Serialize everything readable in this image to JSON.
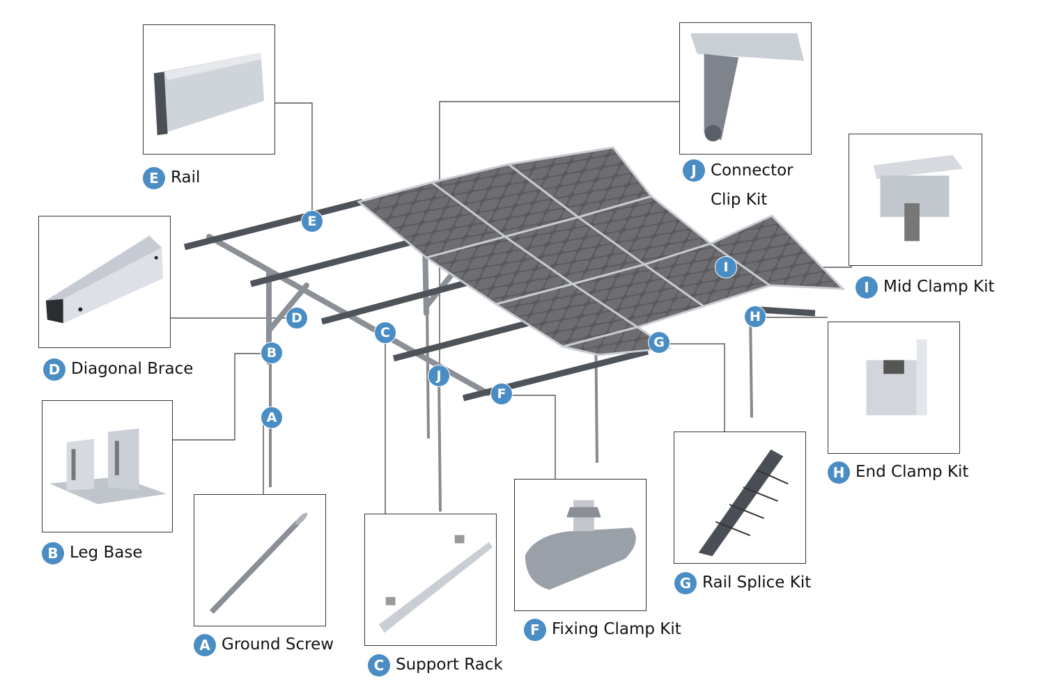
{
  "diagram": {
    "title": "Ground Mount Solar Racking System Components",
    "badge_color": "#4a8cc4",
    "components": [
      {
        "letter": "A",
        "name": "Ground Screw"
      },
      {
        "letter": "B",
        "name": "Leg Base"
      },
      {
        "letter": "C",
        "name": "Support Rack"
      },
      {
        "letter": "D",
        "name": "Diagonal Brace"
      },
      {
        "letter": "E",
        "name": "Rail"
      },
      {
        "letter": "F",
        "name": "Fixing Clamp Kit"
      },
      {
        "letter": "G",
        "name": "Rail Splice Kit"
      },
      {
        "letter": "H",
        "name": "End Clamp Kit"
      },
      {
        "letter": "I",
        "name": "Mid Clamp Kit"
      },
      {
        "letter": "J",
        "name": "Connector Clip Kit",
        "lines": [
          "Connector",
          "Clip Kit"
        ]
      }
    ]
  }
}
